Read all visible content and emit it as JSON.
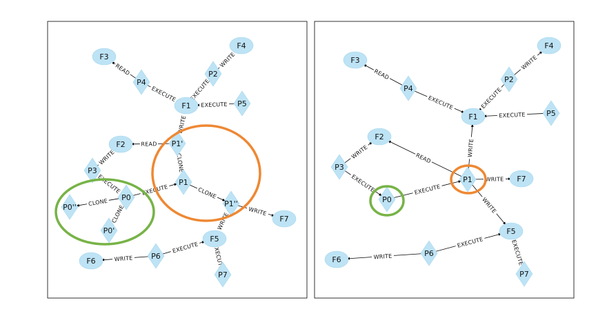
{
  "panels": [
    {
      "id": "left",
      "nodes": [
        {
          "id": "F3",
          "label": "F3",
          "kind": "file"
        },
        {
          "id": "F4",
          "label": "F4",
          "kind": "file"
        },
        {
          "id": "P4",
          "label": "P4",
          "kind": "process"
        },
        {
          "id": "P2",
          "label": "P2",
          "kind": "process"
        },
        {
          "id": "F1",
          "label": "F1",
          "kind": "file"
        },
        {
          "id": "P5",
          "label": "P5",
          "kind": "process"
        },
        {
          "id": "F2",
          "label": "F2",
          "kind": "file"
        },
        {
          "id": "P1p",
          "label": "P1'",
          "kind": "process"
        },
        {
          "id": "P3",
          "label": "P3",
          "kind": "process"
        },
        {
          "id": "P1",
          "label": "P1",
          "kind": "process"
        },
        {
          "id": "P0",
          "label": "P0",
          "kind": "process"
        },
        {
          "id": "P0pp",
          "label": "P0''",
          "kind": "process"
        },
        {
          "id": "P0p",
          "label": "P0'",
          "kind": "process"
        },
        {
          "id": "P1pp",
          "label": "P1''",
          "kind": "process"
        },
        {
          "id": "F7",
          "label": "F7",
          "kind": "file"
        },
        {
          "id": "F5",
          "label": "F5",
          "kind": "file"
        },
        {
          "id": "P6",
          "label": "P6",
          "kind": "process"
        },
        {
          "id": "F6",
          "label": "F6",
          "kind": "file"
        },
        {
          "id": "P7",
          "label": "P7",
          "kind": "process"
        }
      ],
      "edges": [
        {
          "from": "P4",
          "to": "F3",
          "label": "READ"
        },
        {
          "from": "P4",
          "to": "F1",
          "label": "EXECUTE"
        },
        {
          "from": "P2",
          "to": "F4",
          "label": "WRITE"
        },
        {
          "from": "P2",
          "to": "F1",
          "label": "EXECUTE"
        },
        {
          "from": "P5",
          "to": "F1",
          "label": "EXECUTE"
        },
        {
          "from": "P1p",
          "to": "F1",
          "label": "WRITE"
        },
        {
          "from": "P1p",
          "to": "F2",
          "label": "READ"
        },
        {
          "from": "P3",
          "to": "F2",
          "label": "WRITE"
        },
        {
          "from": "P1",
          "to": "P1p",
          "label": "CLONE"
        },
        {
          "from": "P3",
          "to": "P0",
          "label": "EXECUTE"
        },
        {
          "from": "P0",
          "to": "P1",
          "label": "EXECUTE"
        },
        {
          "from": "P0",
          "to": "P0pp",
          "label": "CLONE"
        },
        {
          "from": "P0",
          "to": "P0p",
          "label": "CLONE"
        },
        {
          "from": "P1",
          "to": "P1pp",
          "label": "CLONE"
        },
        {
          "from": "P1pp",
          "to": "F7",
          "label": "WRITE"
        },
        {
          "from": "P1pp",
          "to": "F5",
          "label": "WRITE"
        },
        {
          "from": "P6",
          "to": "F5",
          "label": "EXECUTE"
        },
        {
          "from": "P6",
          "to": "F6",
          "label": "WRITE"
        },
        {
          "from": "P7",
          "to": "F5",
          "label": "EXECUTE"
        }
      ],
      "highlights": [
        {
          "color": "#ee8833",
          "around": "P1"
        },
        {
          "color": "#77b347",
          "around": "P0"
        }
      ]
    },
    {
      "id": "right",
      "nodes": [
        {
          "id": "F3",
          "label": "F3",
          "kind": "file"
        },
        {
          "id": "F4",
          "label": "F4",
          "kind": "file"
        },
        {
          "id": "P2",
          "label": "P2",
          "kind": "process"
        },
        {
          "id": "P4",
          "label": "P4",
          "kind": "process"
        },
        {
          "id": "F1",
          "label": "F1",
          "kind": "file"
        },
        {
          "id": "P5",
          "label": "P5",
          "kind": "process"
        },
        {
          "id": "F2",
          "label": "F2",
          "kind": "file"
        },
        {
          "id": "P3",
          "label": "P3",
          "kind": "process"
        },
        {
          "id": "P1",
          "label": "P1",
          "kind": "process"
        },
        {
          "id": "F7",
          "label": "F7",
          "kind": "file"
        },
        {
          "id": "P0",
          "label": "P0",
          "kind": "process"
        },
        {
          "id": "F5",
          "label": "F5",
          "kind": "file"
        },
        {
          "id": "P6",
          "label": "P6",
          "kind": "process"
        },
        {
          "id": "F6",
          "label": "F6",
          "kind": "file"
        },
        {
          "id": "P7",
          "label": "P7",
          "kind": "process"
        }
      ],
      "edges": [
        {
          "from": "P4",
          "to": "F3",
          "label": "READ"
        },
        {
          "from": "P4",
          "to": "F1",
          "label": "EXECUTE"
        },
        {
          "from": "P2",
          "to": "F4",
          "label": "WRITE"
        },
        {
          "from": "P2",
          "to": "F1",
          "label": "EXECUTE"
        },
        {
          "from": "P5",
          "to": "F1",
          "label": "EXECUTE"
        },
        {
          "from": "P1",
          "to": "F1",
          "label": "WRITE"
        },
        {
          "from": "P1",
          "to": "F2",
          "label": "READ"
        },
        {
          "from": "P3",
          "to": "F2",
          "label": "WRITE"
        },
        {
          "from": "P3",
          "to": "P0",
          "label": "EXECUTE"
        },
        {
          "from": "P0",
          "to": "P1",
          "label": "EXECUTE"
        },
        {
          "from": "P1",
          "to": "F7",
          "label": "WRITE"
        },
        {
          "from": "P1",
          "to": "F5",
          "label": "WRITE"
        },
        {
          "from": "P6",
          "to": "F5",
          "label": "EXECUTE"
        },
        {
          "from": "P6",
          "to": "F6",
          "label": "WRITE"
        },
        {
          "from": "P7",
          "to": "F5",
          "label": "EXECUTE"
        }
      ],
      "highlights": [
        {
          "color": "#ee8833",
          "around": "P1"
        },
        {
          "color": "#77b347",
          "around": "P0"
        }
      ]
    }
  ],
  "colors": {
    "node_fill": "#bde3f5",
    "edge": "#000000",
    "highlight_orange": "#ee8833",
    "highlight_green": "#77b347"
  }
}
